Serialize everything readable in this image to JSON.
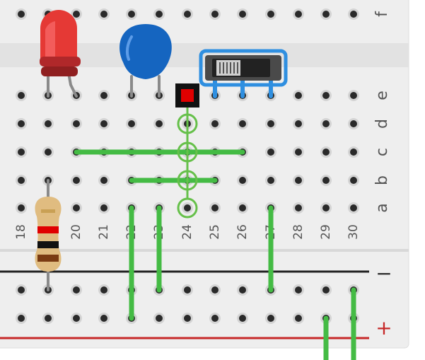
{
  "board": {
    "columns": [
      "18",
      "20",
      "21",
      "22",
      "23",
      "24",
      "25",
      "26",
      "27",
      "28",
      "29",
      "30"
    ],
    "rows_top": [
      "f"
    ],
    "rows_bottom": [
      "e",
      "d",
      "c",
      "b",
      "a"
    ],
    "rails": {
      "minus_label": "−",
      "plus_label": "+"
    }
  },
  "components": [
    {
      "type": "led",
      "color": "#e53935"
    },
    {
      "type": "ceramic-capacitor",
      "color": "#1565c0"
    },
    {
      "type": "slide-switch",
      "outline": "#2f8fe0"
    },
    {
      "type": "resistor",
      "bands": [
        "red",
        "black",
        "brown"
      ]
    },
    {
      "type": "selected-hole-marker",
      "color": "#e00000"
    }
  ],
  "colors": {
    "wire": "#44bb44",
    "rail_minus": "#222222",
    "rail_plus": "#c62828",
    "board": "#eeeeee"
  }
}
